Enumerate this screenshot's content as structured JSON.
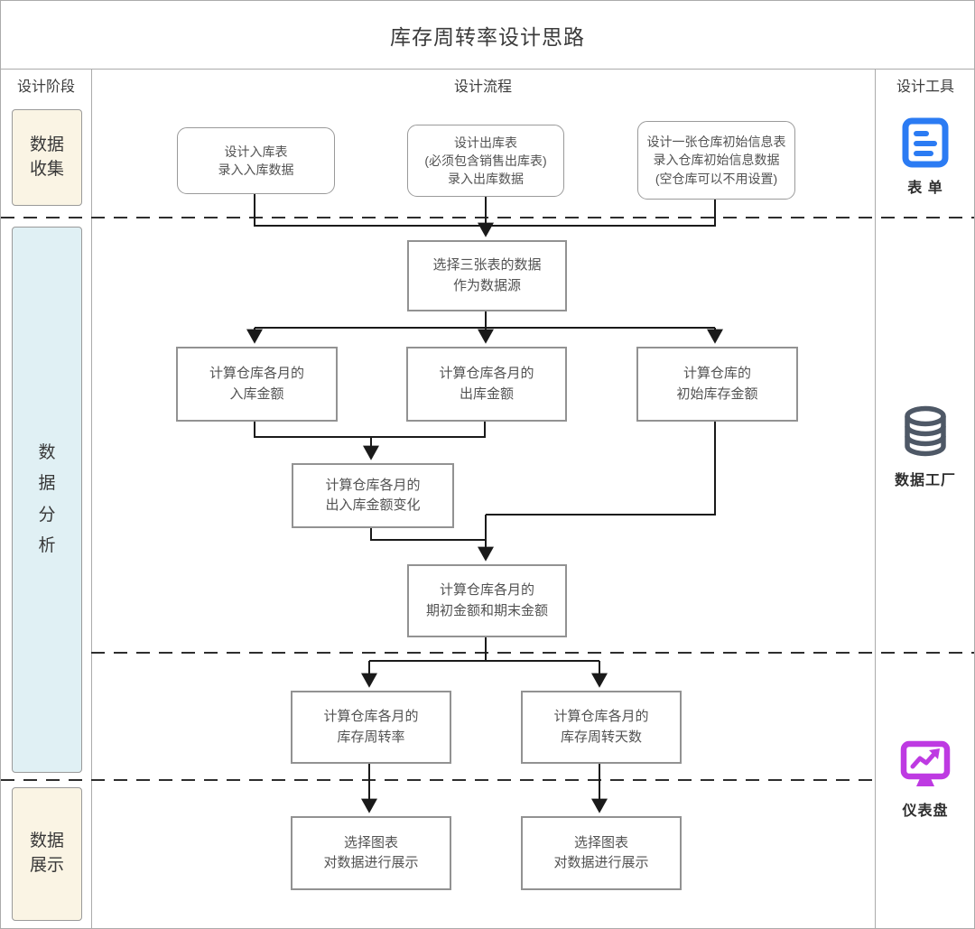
{
  "title": "库存周转率设计思路",
  "header": {
    "phase": "设计阶段",
    "flow": "设计流程",
    "tool": "设计工具"
  },
  "phases": [
    {
      "label": "数据\n收集"
    },
    {
      "label": "数\n据\n分\n析"
    },
    {
      "label": "数据\n展示"
    }
  ],
  "tools": [
    {
      "label": "表 单",
      "icon": "form-icon",
      "color": "#2b7bf3"
    },
    {
      "label": "数据工厂",
      "icon": "database-icon",
      "color": "#4e5866"
    },
    {
      "label": "仪表盘",
      "icon": "dashboard-icon",
      "color": "#be3ae2"
    }
  ],
  "flow_nodes": [
    {
      "id": "design-inbound-table",
      "text": "设计入库表\n录入入库数据"
    },
    {
      "id": "design-outbound-table",
      "text": "设计出库表\n(必须包含销售出库表)\n录入出库数据"
    },
    {
      "id": "design-initial-info-table",
      "text": "设计一张仓库初始信息表\n录入仓库初始信息数据\n(空仓库可以不用设置)"
    },
    {
      "id": "select-data-source",
      "text": "选择三张表的数据\n作为数据源"
    },
    {
      "id": "calc-inbound-amount",
      "text": "计算仓库各月的\n入库金额"
    },
    {
      "id": "calc-outbound-amount",
      "text": "计算仓库各月的\n出库金额"
    },
    {
      "id": "calc-initial-stock-amount",
      "text": "计算仓库的\n初始库存金额"
    },
    {
      "id": "calc-inout-change",
      "text": "计算仓库各月的\n出入库金额变化"
    },
    {
      "id": "calc-period-amounts",
      "text": "计算仓库各月的\n期初金额和期末金额"
    },
    {
      "id": "calc-turnover-rate",
      "text": "计算仓库各月的\n库存周转率"
    },
    {
      "id": "calc-turnover-days",
      "text": "计算仓库各月的\n库存周转天数"
    },
    {
      "id": "chart-display-left",
      "text": "选择图表\n对数据进行展示"
    },
    {
      "id": "chart-display-right",
      "text": "选择图表\n对数据进行展示"
    }
  ],
  "colors": {
    "phase_beige": "#faf4e4",
    "phase_blue": "#e0f0f4",
    "form_blue": "#2b7bf3",
    "database_slate": "#4e5866",
    "dashboard_purple": "#be3ae2",
    "grid_border": "#ababab",
    "node_border": "#929292",
    "connector": "#1a1a1a"
  }
}
